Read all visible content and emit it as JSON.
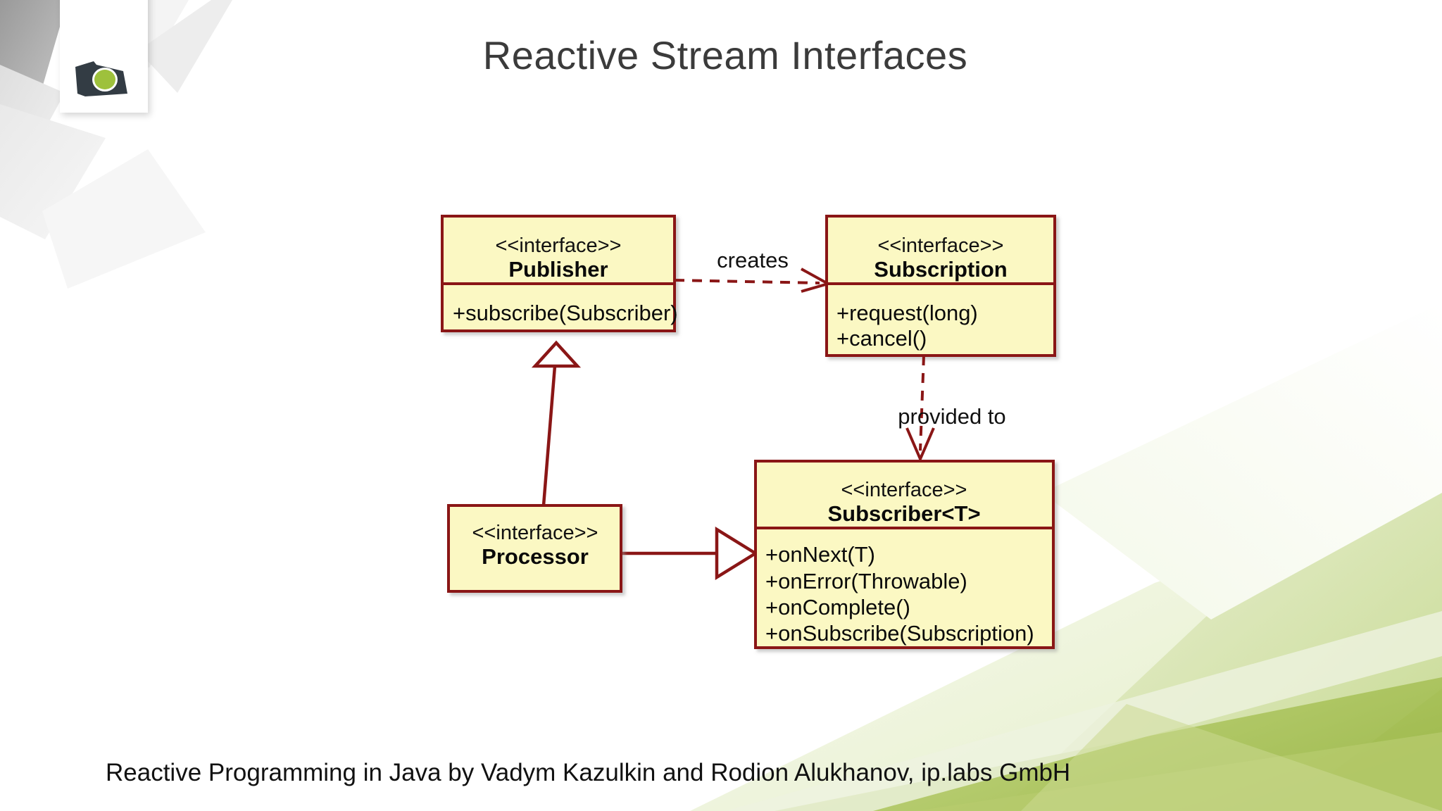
{
  "slide": {
    "title": "Reactive Stream Interfaces",
    "footer": "Reactive Programming in Java by Vadym Kazulkin and Rodion Alukhanov, ip.labs GmbH"
  },
  "logo": {
    "name": "ip-labs-logo",
    "body_color": "#333c44",
    "lens_color": "#9ec13c",
    "card_color": "#ffffff"
  },
  "theme": {
    "background": "#ffffff",
    "title_color": "#3b3b3b",
    "box_fill": "#fbf8c3",
    "box_border": "#8a1616",
    "text_color": "#0a0a0a",
    "deco_gray": "#a8a8a8",
    "deco_green": "#b2cc62"
  },
  "diagram": {
    "type": "uml-class-diagram",
    "classes": [
      {
        "id": "publisher",
        "stereotype": "<<interface>>",
        "name": "Publisher",
        "methods": [
          "+subscribe(Subscriber)"
        ]
      },
      {
        "id": "subscription",
        "stereotype": "<<interface>>",
        "name": "Subscription",
        "methods": [
          "+request(long)",
          "+cancel()"
        ]
      },
      {
        "id": "processor",
        "stereotype": "<<interface>>",
        "name": "Processor",
        "methods": []
      },
      {
        "id": "subscriber",
        "stereotype": "<<interface>>",
        "name": "Subscriber<T>",
        "methods": [
          "+onNext(T)",
          "+onError(Throwable)",
          "+onComplete()",
          "+onSubscribe(Subscription)"
        ]
      }
    ],
    "relations": [
      {
        "id": "creates",
        "from": "publisher",
        "to": "subscription",
        "label": "creates",
        "style": "dashed",
        "arrow": "open"
      },
      {
        "id": "provided-to",
        "from": "subscription",
        "to": "subscriber",
        "label": "provided to",
        "style": "dashed",
        "arrow": "open"
      },
      {
        "id": "processor-realizes-publisher",
        "from": "processor",
        "to": "publisher",
        "label": "",
        "style": "solid",
        "arrow": "hollow-triangle"
      },
      {
        "id": "processor-realizes-subscriber",
        "from": "processor",
        "to": "subscriber",
        "label": "",
        "style": "solid",
        "arrow": "hollow-triangle"
      }
    ]
  }
}
